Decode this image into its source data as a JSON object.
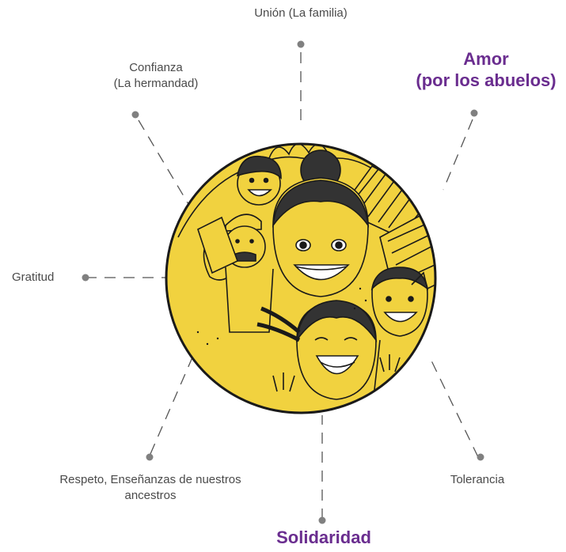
{
  "colors": {
    "circle_fill": "#F1D23F",
    "circle_stroke": "#1a1a1a",
    "connector": "#555555",
    "dot": "#808080",
    "label_text": "#4a4a4a",
    "emphasis_text": "#6a2d8f"
  },
  "illustration": {
    "description_icon": "family-smiling-illustration"
  },
  "values": [
    {
      "id": "union",
      "lines": [
        "Unión (La familia)"
      ],
      "emphasis": false
    },
    {
      "id": "amor",
      "lines": [
        "Amor",
        "(por los abuelos)"
      ],
      "emphasis": true
    },
    {
      "id": "confianza",
      "lines": [
        "Confianza",
        "(La hermandad)"
      ],
      "emphasis": false
    },
    {
      "id": "gratitud",
      "lines": [
        "Gratitud"
      ],
      "emphasis": false
    },
    {
      "id": "tolerancia",
      "lines": [
        "Tolerancia"
      ],
      "emphasis": false
    },
    {
      "id": "respeto",
      "lines": [
        "Respeto, Enseñanzas de nuestros",
        "ancestros"
      ],
      "emphasis": false
    },
    {
      "id": "solidaridad",
      "lines": [
        "Solidaridad"
      ],
      "emphasis": true
    }
  ]
}
